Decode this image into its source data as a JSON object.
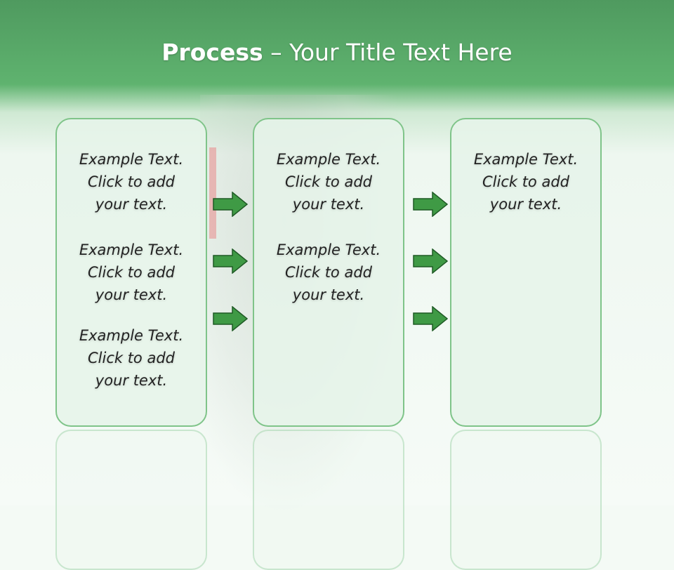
{
  "title": {
    "bold": "Process",
    "rest": " – Your Title Text Here"
  },
  "columns": [
    {
      "items": [
        "Example Text.\nClick  to add\nyour text.",
        "Example Text.\nClick  to add\nyour text.",
        "Example Text.\nClick  to add\nyour text."
      ]
    },
    {
      "items": [
        "Example Text.\nClick  to add\nyour text.",
        "Example Text.\nClick  to add\nyour text."
      ]
    },
    {
      "items": [
        "Example Text.\nClick  to add\nyour text."
      ]
    }
  ],
  "colors": {
    "header_green": "#5fb36f",
    "box_border": "#7fc489",
    "arrow_fill": "#3f9a45",
    "arrow_stroke": "#1f5a25"
  },
  "icons": {
    "arrow": "right-arrow-icon"
  }
}
